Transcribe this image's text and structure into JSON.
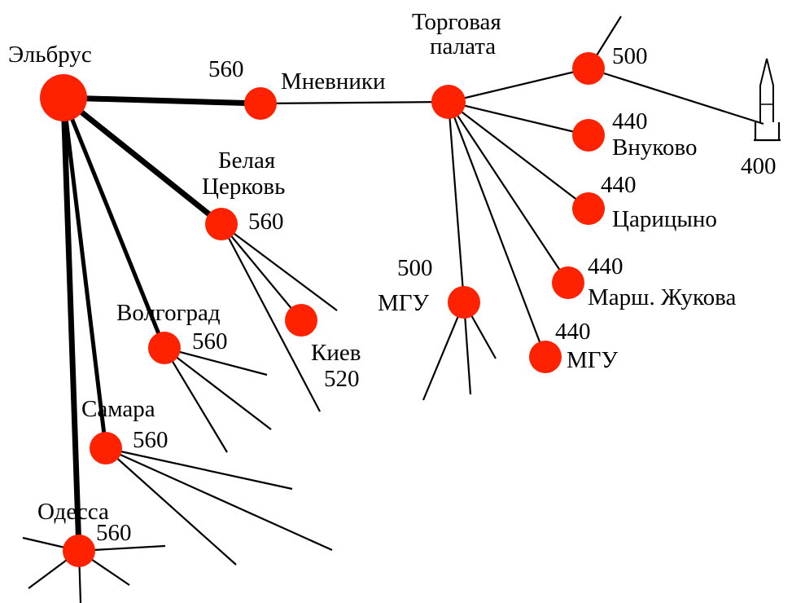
{
  "diagram": {
    "nodes": {
      "elbrus": {
        "name": "Эльбрус"
      },
      "mnevniki": {
        "name": "Мневники",
        "value": "560"
      },
      "torgovaya": {
        "name_line1": "Торговая",
        "name_line2": "палата"
      },
      "n500_top": {
        "value": "500"
      },
      "vnukovo": {
        "name": "Внуково",
        "value": "440"
      },
      "tsaritsyno": {
        "name": "Царицыно",
        "value": "440"
      },
      "zhukova": {
        "name": "Марш. Жукова",
        "value": "440"
      },
      "mgu_440": {
        "name": "МГУ",
        "value": "440"
      },
      "mgu_500": {
        "name": "МГУ",
        "value": "500"
      },
      "belaya": {
        "name_line1": "Белая",
        "name_line2": "Церковь",
        "value": "560"
      },
      "kiev": {
        "name": "Киев",
        "value": "520"
      },
      "volgograd": {
        "name": "Волгоград",
        "value": "560"
      },
      "samara": {
        "name": "Самара",
        "value": "560"
      },
      "odessa": {
        "name": "Одесса",
        "value": "560"
      }
    },
    "tower": {
      "value": "400"
    },
    "colors": {
      "node": "#ff2200",
      "line": "#000000"
    }
  }
}
